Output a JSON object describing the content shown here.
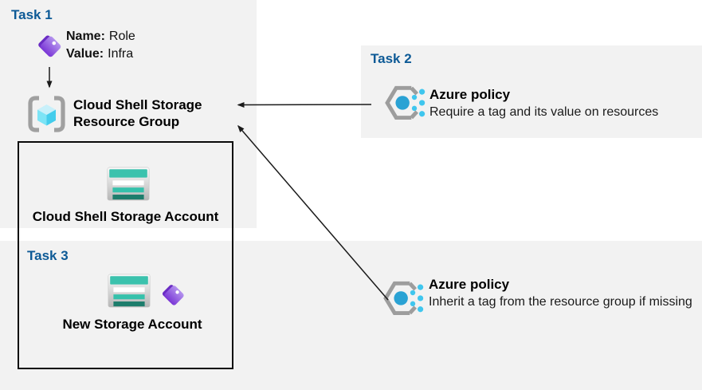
{
  "task1": {
    "label": "Task 1",
    "tag": {
      "name_label": "Name:",
      "name_value": "Role",
      "value_label": "Value:",
      "value_value": "Infra"
    },
    "resource_group_name": "Cloud Shell Storage Resource Group",
    "storage_account_name": "Cloud Shell Storage Account"
  },
  "task2": {
    "label": "Task 2",
    "policy_title": "Azure policy",
    "policy_description": "Require a tag and its value on resources"
  },
  "task3": {
    "label": "Task 3",
    "storage_account_name": "New Storage Account"
  },
  "inherit_policy": {
    "policy_title": "Azure policy",
    "policy_description": "Inherit a tag from the resource group if missing"
  },
  "colors": {
    "panel_gray": "#f2f2f2",
    "heading_blue": "#0d5a96",
    "tag_purple": "#8247e0",
    "policy_circle_blue": "#2aa2d4",
    "policy_dot_cyan": "#3fc6ee",
    "storage_teal": "#3bc2ad",
    "storage_dark_teal": "#1d7d6c",
    "cube_cyan": "#55d4ef",
    "arrow_black": "#1a1a1a"
  }
}
